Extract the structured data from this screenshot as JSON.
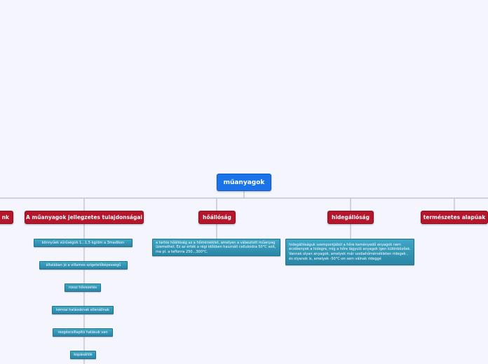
{
  "root": {
    "label": "műanyagok"
  },
  "branches": [
    {
      "label": "nk"
    },
    {
      "label": "A műanyagok jellegzetes tulajdonságai"
    },
    {
      "label": "hőállóság"
    },
    {
      "label": "hidegállóság"
    },
    {
      "label": "természetes alapúak"
    }
  ],
  "properties_leaves": [
    "könnyűek sűrűségük 1...1,5 kg/dm a 3madikon",
    "általában jó a villamos szigetelőképességű",
    "rossz hővezetés",
    "kémiai hatásoknak ellenállnak",
    "rezgéscsillapító hatásuk van",
    "kopásállók"
  ],
  "heat_leaf": "a tartós hőállóság az a hőmérséklet, amelyen a választott műanyag üzemelhet. Ez az érték a régi időkben használt celluloidra 50°C volt, ma pl. a teflonra 250...300°C.",
  "cold_leaf": "hidegállóságuk szempontjából a hőre keményedő anyagok nem érzékenyek a hidegre, míg a hőre lágyuló anyagok igen különbözőek. Vannak olyan anyagok, amelyek már szobahőmérsékleten ridegek , és olyanok is, amelyek -50°C-on sem válnak rideggé",
  "colors": {
    "background": "#f4f5fd",
    "root": "#1a73e8",
    "branch": "#b5162c",
    "leaf": "#2f94b5",
    "connector": "#b8bccb"
  }
}
